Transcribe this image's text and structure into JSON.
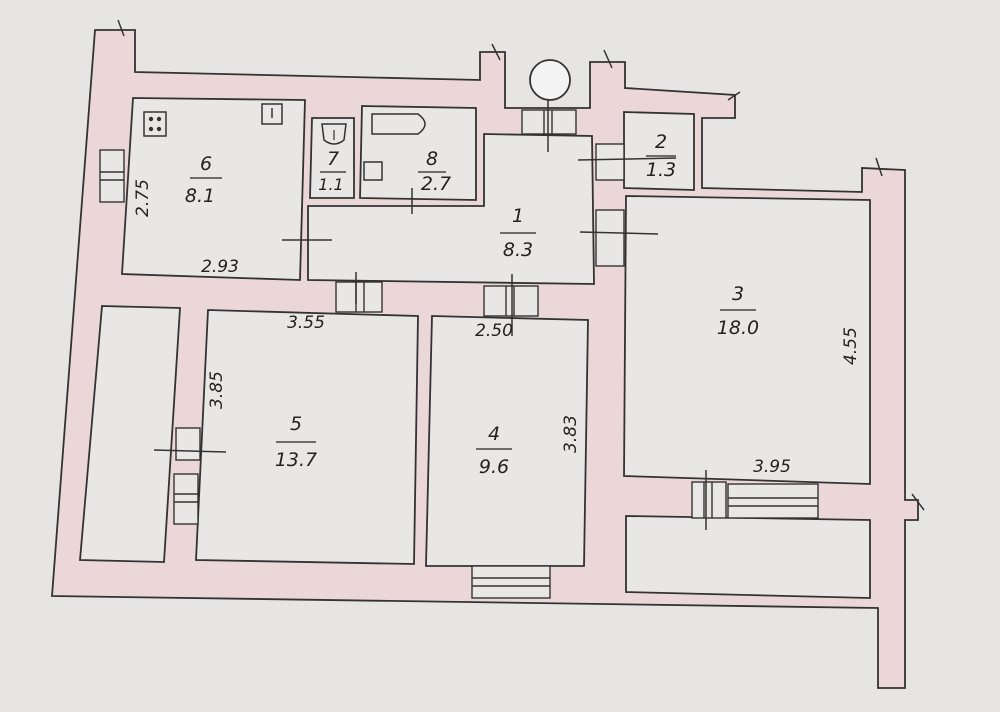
{
  "colors": {
    "wall": "#ecd7d8",
    "room": "#e9e7e6",
    "line": "#333333",
    "paper": "#e7e5e4"
  },
  "rooms": [
    {
      "num": "1",
      "area": "8.3"
    },
    {
      "num": "2",
      "area": "1.3"
    },
    {
      "num": "3",
      "area": "18.0"
    },
    {
      "num": "4",
      "area": "9.6"
    },
    {
      "num": "5",
      "area": "13.7"
    },
    {
      "num": "6",
      "area": "8.1"
    },
    {
      "num": "7",
      "area": "1.1"
    },
    {
      "num": "8",
      "area": "2.7"
    }
  ],
  "dimensions": {
    "room6_height": "2.75",
    "room6_width": "2.93",
    "room5_width": "3.55",
    "room5_height": "3.85",
    "room4_width": "2.50",
    "room4_height": "3.83",
    "room3_height": "4.55",
    "room3_width": "3.95"
  },
  "icons": [
    "stove-icon",
    "sink-icon",
    "toilet-icon",
    "bathtub-icon",
    "ventilation-shaft-icon"
  ]
}
